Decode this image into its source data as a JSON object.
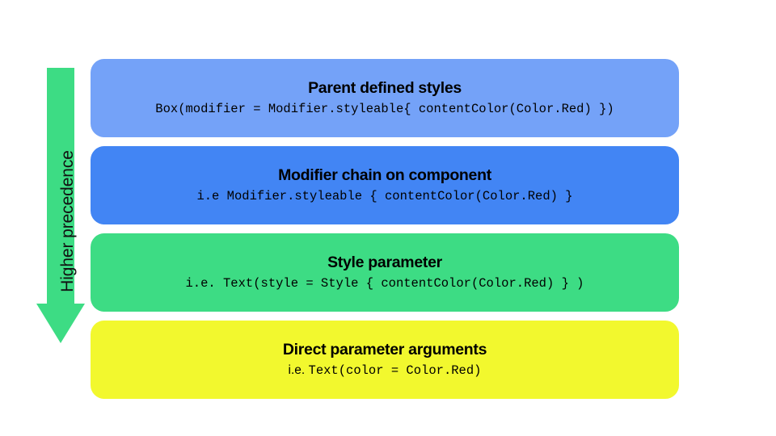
{
  "diagram": {
    "axis": {
      "label": "Higher precedence",
      "arrow_direction": "down",
      "arrow_color": "#3DDC84"
    },
    "levels": [
      {
        "title": "Parent defined styles",
        "code_prefix": "",
        "code": "Box(modifier = Modifier.styleable{ contentColor(Color.Red) })",
        "color": "#74A2F8",
        "text_color": "#000000"
      },
      {
        "title": "Modifier chain on component",
        "code_prefix": "",
        "code": "i.e Modifier.styleable { contentColor(Color.Red) }",
        "color": "#4285F4",
        "text_color": "#000000"
      },
      {
        "title": "Style parameter",
        "code_prefix": "",
        "code": "i.e. Text(style = Style { contentColor(Color.Red) } )",
        "color": "#3DDC84",
        "text_color": "#000000"
      },
      {
        "title": "Direct parameter arguments",
        "code_prefix": "i.e.",
        "code": "Text(color = Color.Red)",
        "color": "#F2F82E",
        "text_color": "#000000"
      }
    ]
  }
}
